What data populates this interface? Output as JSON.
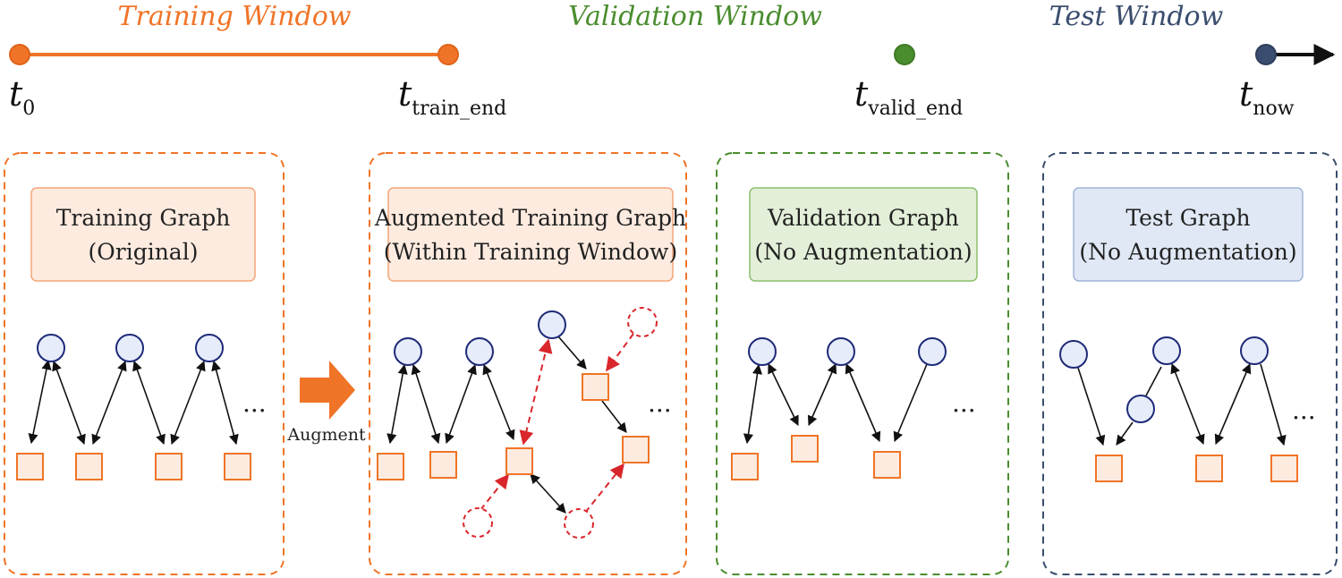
{
  "timeline": {
    "windows": [
      {
        "label": "Training Window",
        "color": "#f07427"
      },
      {
        "label": "Validation Window",
        "color": "#4a8d2f"
      },
      {
        "label": "Test Window",
        "color": "#3a4d6e"
      }
    ],
    "time_points": [
      {
        "main": "t",
        "sub": "0"
      },
      {
        "main": "t",
        "sub": "train_end"
      },
      {
        "main": "t",
        "sub": "valid_end"
      },
      {
        "main": "t",
        "sub": "now"
      }
    ]
  },
  "panels": [
    {
      "title_line1": "Training Graph",
      "title_line2": "(Original)",
      "border_color": "#f07427",
      "fill": "#fdebe0"
    },
    {
      "title_line1": "Augmented Training Graph",
      "title_line2": "(Within Training Window)",
      "border_color": "#f07427",
      "fill": "#fdebe0"
    },
    {
      "title_line1": "Validation Graph",
      "title_line2": "(No Augmentation)",
      "border_color": "#4a8d2f",
      "fill": "#e3efd9"
    },
    {
      "title_line1": "Test Graph",
      "title_line2": "(No Augmentation)",
      "border_color": "#3a4d6e",
      "fill": "#e0e8f5"
    }
  ],
  "augment_label": "Augment",
  "ellipsis": "...",
  "colors": {
    "user_node_stroke": "#1e2a78",
    "user_node_fill": "#e6ecfa",
    "item_node_stroke": "#f07427",
    "item_node_fill": "#fdebe0",
    "edge": "#111111",
    "augmented_edge": "#d9262b"
  }
}
